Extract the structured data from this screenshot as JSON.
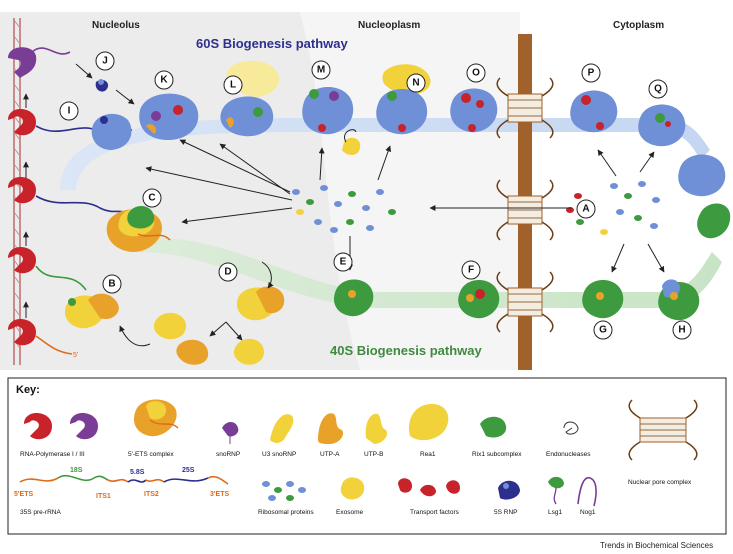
{
  "regions": {
    "nucleolus": "Nucleolus",
    "nucleoplasm": "Nucleoplasm",
    "cytoplasm": "Cytoplasm"
  },
  "pathways": {
    "p60": "60S Biogenesis pathway",
    "p40": "40S Biogenesis pathway"
  },
  "steps": [
    "A",
    "B",
    "C",
    "D",
    "E",
    "F",
    "G",
    "H",
    "I",
    "J",
    "K",
    "L",
    "M",
    "N",
    "O",
    "P",
    "Q"
  ],
  "key": {
    "title": "Key:",
    "items": {
      "rna_pol": "RNA-Polymerase I / III",
      "ets_complex": "5'-ETS complex",
      "snorna": "snoRNP",
      "u3": "U3 snoRNP",
      "utpa": "UTP-A",
      "utpb": "UTP-B",
      "rea1": "Rea1",
      "rix1": "Rix1 subcomplex",
      "endo": "Endonucleases",
      "npc": "Nuclear pore complex",
      "rp": "Ribosomal proteins",
      "exosome": "Exosome",
      "transport": "Transport factors",
      "rnp5s": "5S RNP",
      "lsg1": "Lsg1",
      "nog1": "Nog1",
      "pre_rrna": "35S pre-rRNA"
    },
    "rrna": {
      "ets5": "5'ETS",
      "its1": "ITS1",
      "its2": "ITS2",
      "ets3": "3'ETS",
      "r18": "18S",
      "r58": "5.8S",
      "r25": "25S"
    }
  },
  "diagram_5prime": "5'",
  "footer": "Trends in Biochemical Sciences",
  "colors": {
    "pol_red": "#c8232a",
    "pol_purple": "#7a3d96",
    "ribo_blue": "#6f8fd6",
    "ribo_green": "#3e9a3e",
    "yellow": "#f2d23a",
    "orange": "#e8a229",
    "membrane_brown": "#a0612a",
    "path60": "#c9d9f0",
    "path40": "#cfe6cf"
  }
}
